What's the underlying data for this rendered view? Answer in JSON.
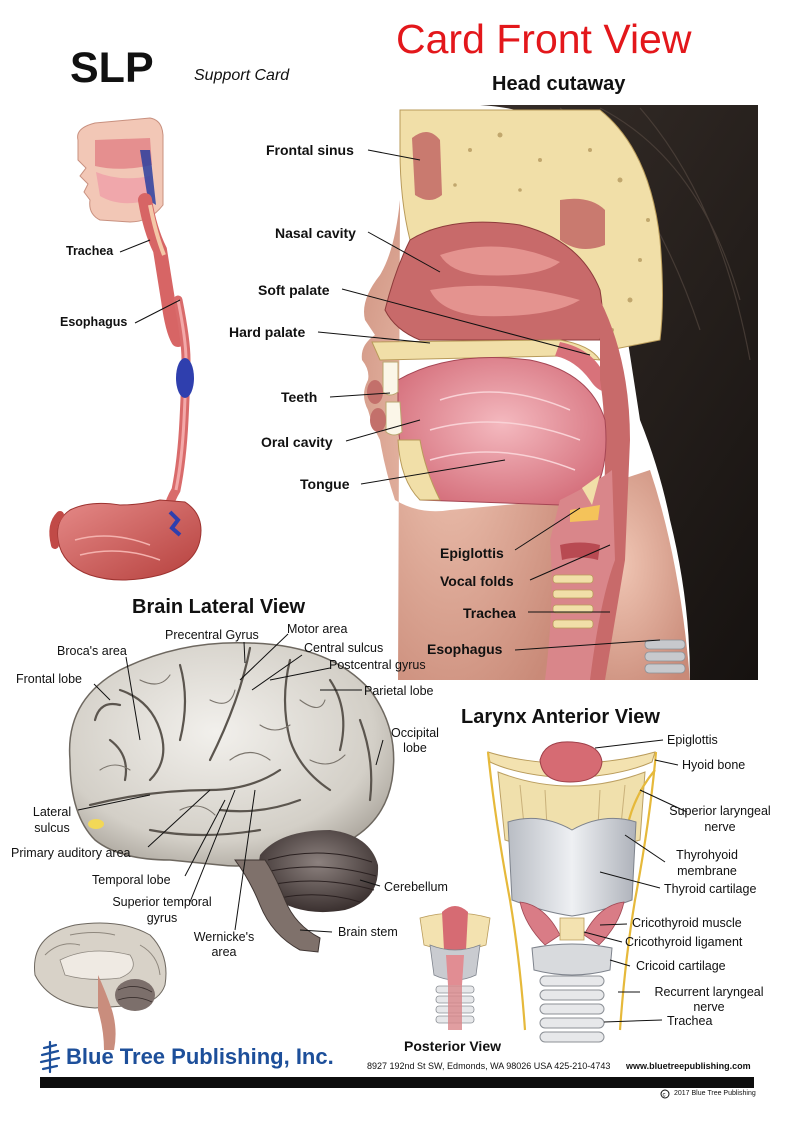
{
  "header": {
    "slp": "SLP",
    "support": "Support Card",
    "card_view": "Card Front View",
    "head_title": "Head cutaway"
  },
  "esophagus_labels": {
    "trachea": "Trachea",
    "esophagus": "Esophagus"
  },
  "head_labels": {
    "frontal_sinus": "Frontal sinus",
    "nasal_cavity": "Nasal cavity",
    "soft_palate": "Soft palate",
    "hard_palate": "Hard palate",
    "teeth": "Teeth",
    "oral_cavity": "Oral cavity",
    "tongue": "Tongue",
    "epiglottis": "Epiglottis",
    "vocal_folds": "Vocal folds",
    "trachea": "Trachea",
    "esophagus": "Esophagus"
  },
  "brain": {
    "title": "Brain Lateral View",
    "brocas": "Broca's area",
    "precentral": "Precentral Gyrus",
    "motor": "Motor area",
    "central_sulcus": "Central sulcus",
    "postcentral": "Postcentral gyrus",
    "frontal_lobe": "Frontal lobe",
    "parietal_lobe": "Parietal lobe",
    "occipital_lobe": "Occipital lobe",
    "lateral_sulcus": "Lateral sulcus",
    "primary_auditory": "Primary auditory area",
    "temporal_lobe": "Temporal lobe",
    "superior_temporal": "Superior temporal gyrus",
    "wernickes": "Wernicke's area",
    "cerebellum": "Cerebellum",
    "brain_stem": "Brain stem"
  },
  "larynx": {
    "title": "Larynx Anterior View",
    "epiglottis": "Epiglottis",
    "hyoid": "Hyoid bone",
    "superior_laryngeal": "Superior laryngeal nerve",
    "thyrohyoid": "Thyrohyoid membrane",
    "thyroid_cartilage": "Thyroid cartilage",
    "cricothyroid_muscle": "Cricothyroid muscle",
    "cricothyroid_ligament": "Cricothyroid ligament",
    "cricoid": "Cricoid cartilage",
    "recurrent": "Recurrent laryngeal nerve",
    "trachea": "Trachea",
    "posterior": "Posterior View"
  },
  "footer": {
    "publisher": "Blue Tree Publishing, Inc.",
    "address": "8927 192nd St SW, Edmonds, WA 98026 USA 425-210-4743",
    "website": "www.bluetreepublishing.com",
    "copyright": "2017 Blue Tree Publishing"
  },
  "colors": {
    "title_red": "#e3171b",
    "publisher_blue": "#1d4f9a",
    "tissue_pink": "#e79aa0",
    "bone_yellow": "#f3e2b0",
    "brain_gray": "#d9d6cf",
    "hair_dark": "#2a2421"
  }
}
